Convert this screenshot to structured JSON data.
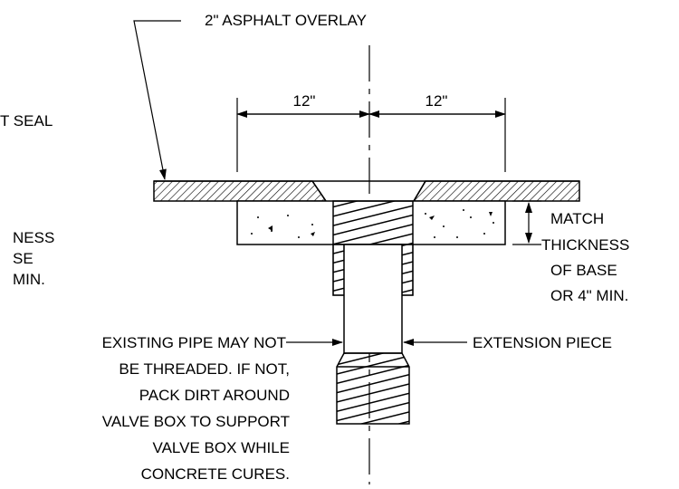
{
  "labels": {
    "overlay": "2\" ASPHALT OVERLAY",
    "seal_partial": "T SEAL",
    "left_thickness": [
      "NESS",
      "SE",
      "MIN."
    ],
    "right_thickness": [
      "MATCH",
      "THICKNESS",
      "OF BASE",
      "OR 4\" MIN."
    ],
    "existing_pipe": [
      "EXISTING PIPE MAY NOT",
      "BE THREADED.  IF NOT,",
      "PACK DIRT AROUND",
      "VALVE BOX TO SUPPORT",
      "VALVE BOX WHILE",
      "CONCRETE CURES."
    ],
    "extension": "EXTENSION PIECE"
  },
  "dimensions": {
    "left": "12\"",
    "right": "12\""
  }
}
